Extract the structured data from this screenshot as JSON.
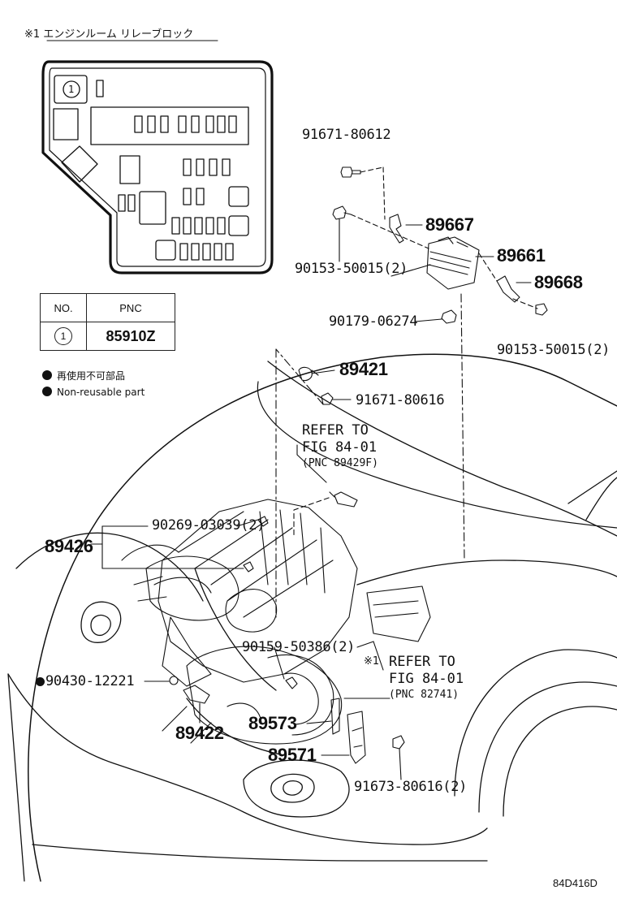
{
  "relay_block": {
    "title": "※1 エンジンルーム リレーブロック",
    "marker_number": "1"
  },
  "pnc_table": {
    "header_no": "NO.",
    "header_pnc": "PNC",
    "row_no": "1",
    "row_pnc": "85910Z"
  },
  "legend": {
    "jp_text": "再使用不可部品",
    "en_text": "Non-reusable part"
  },
  "parts": {
    "p91671_80612": "91671-80612",
    "p89667": "89667",
    "p89661": "89661",
    "p89668": "89668",
    "p90153_50015_a": "90153-50015(2)",
    "p90153_50015_b": "90153-50015(2)",
    "p90179_06274": "90179-06274",
    "p89421": "89421",
    "p91671_80616": "91671-80616",
    "p90269_03039": "90269-03039(2)",
    "p89426": "89426",
    "p90159_50386": "90159-50386(2)",
    "p90430_12221": "90430-12221",
    "p89422": "89422",
    "p89573": "89573",
    "p89571": "89571",
    "p91673_80616": "91673-80616(2)"
  },
  "refs": {
    "ref1_line1": "REFER TO",
    "ref1_line2": "FIG 84-01",
    "ref1_line3": "(PNC 89429F)",
    "ref2_marker": "※1",
    "ref2_line1": "REFER TO",
    "ref2_line2": "FIG 84-01",
    "ref2_line3": "(PNC 82741)"
  },
  "figure_code": "84D416D",
  "colors": {
    "ink": "#111111",
    "background": "#ffffff"
  }
}
